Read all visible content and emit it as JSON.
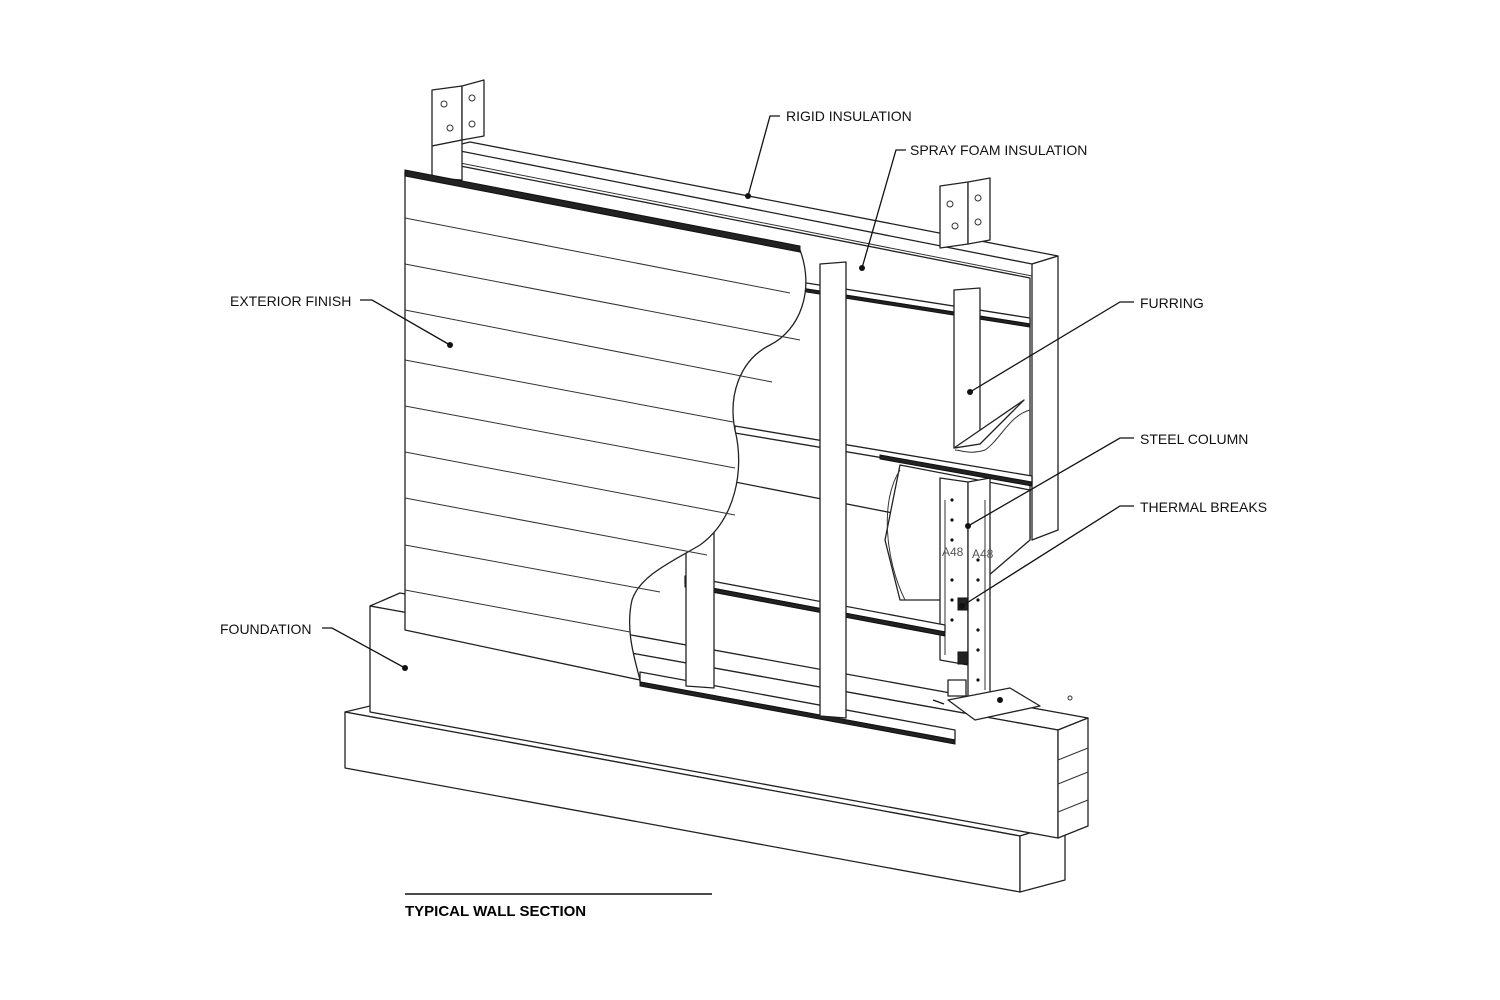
{
  "drawing": {
    "title": "TYPICAL WALL SECTION",
    "callouts": {
      "rigid_insulation": "RIGID INSULATION",
      "spray_foam_insulation": "SPRAY FOAM INSULATION",
      "exterior_finish": "EXTERIOR FINISH",
      "furring": "FURRING",
      "steel_column": "STEEL COLUMN",
      "thermal_breaks": "THERMAL BREAKS",
      "foundation": "FOUNDATION"
    },
    "column_stamp": "A48"
  }
}
